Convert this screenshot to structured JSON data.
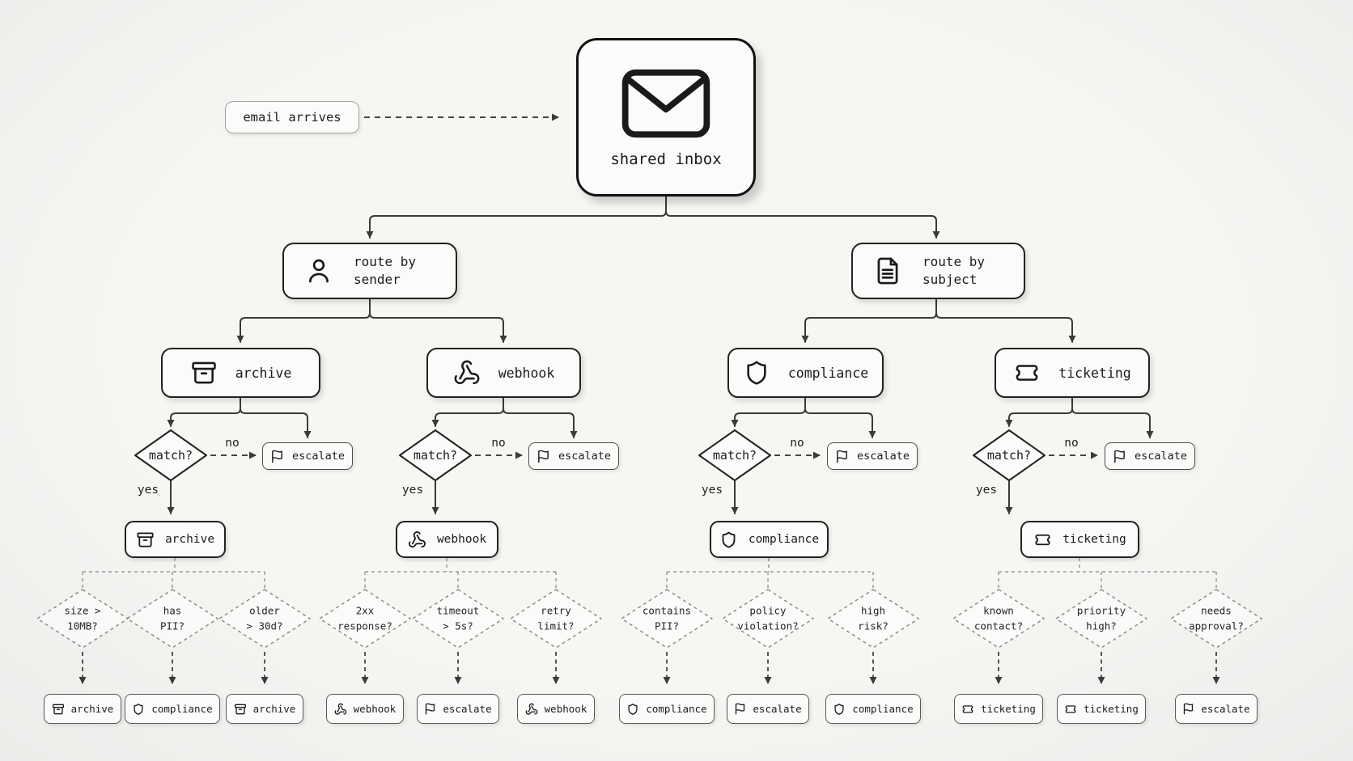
{
  "start": {
    "label": "email arrives"
  },
  "root": {
    "label": "shared inbox",
    "icon": "envelope-icon"
  },
  "routers": {
    "sender": {
      "line1": "route by",
      "line2": "sender",
      "icon": "person-icon"
    },
    "subject": {
      "line1": "route by",
      "line2": "subject",
      "icon": "document-icon"
    }
  },
  "labels": {
    "match": "match?",
    "yes": "yes",
    "no": "no",
    "escalate": "escalate"
  },
  "branches": [
    {
      "node": "archive",
      "action": "archive",
      "icon": "archive-icon",
      "conditions": [
        {
          "line1": "size >",
          "line2": "10MB?",
          "result": "archive"
        },
        {
          "line1": "has",
          "line2": "PII?",
          "result": "compliance"
        },
        {
          "line1": "older",
          "line2": "> 30d?",
          "result": "archive"
        }
      ]
    },
    {
      "node": "webhook",
      "action": "webhook",
      "icon": "webhook-icon",
      "conditions": [
        {
          "line1": "2xx",
          "line2": "response?",
          "result": "webhook"
        },
        {
          "line1": "timeout",
          "line2": "> 5s?",
          "result": "escalate"
        },
        {
          "line1": "retry",
          "line2": "limit?",
          "result": "webhook"
        }
      ]
    },
    {
      "node": "compliance",
      "action": "compliance",
      "icon": "shield-icon",
      "conditions": [
        {
          "line1": "contains",
          "line2": "PII?",
          "result": "compliance"
        },
        {
          "line1": "policy",
          "line2": "violation?",
          "result": "escalate"
        },
        {
          "line1": "high",
          "line2": "risk?",
          "result": "compliance"
        }
      ]
    },
    {
      "node": "ticketing",
      "action": "ticketing",
      "icon": "ticket-icon",
      "conditions": [
        {
          "line1": "known",
          "line2": "contact?",
          "result": "ticketing"
        },
        {
          "line1": "priority",
          "line2": "high?",
          "result": "ticketing"
        },
        {
          "line1": "needs",
          "line2": "approval?",
          "result": "escalate"
        }
      ]
    }
  ],
  "colors": {
    "background": "#f4f4f1",
    "node_border": "#1f1f1f",
    "connector": "#3a3a3a",
    "dashed_light": "#9a9a9a",
    "box_fill": "#fbfbfa"
  }
}
